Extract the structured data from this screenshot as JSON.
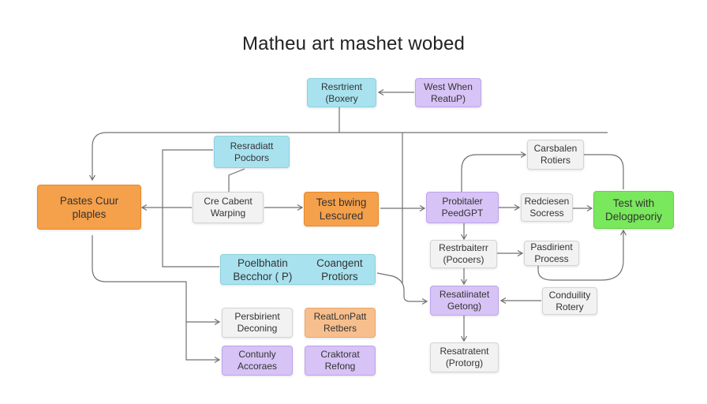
{
  "diagram": {
    "title": "Matheu art mashet wobed",
    "nodes": {
      "restraint_boxery": "Resrtrient\n(Boxery",
      "west_when": "West When\nReatuP)",
      "resradiatt_pocbors": "Resradiatt\nPocbors",
      "pastes_cuur": "Pastes Cuur\nplaples",
      "cre_cabent": "Cre Cabent\nWarping",
      "test_bwing": "Test bwing\nLescured",
      "poelbhatin": "Poelbhatin\nBecchor ( P)",
      "coangent": "Coangent\nProtiors",
      "probitaler": "Probitaler\nPeedGPT",
      "carsbalen": "Carsbalen\nRotiers",
      "redciesen": "Redciesen\nSocress",
      "test_with": "Test with\nDelogpeoriy",
      "restrbaiterr": "Restrbaiterr\n(Pocoers)",
      "pasdirient": "Pasdirient\nProcess",
      "resatiinatet": "Resatiinatet\nGetong)",
      "conduility": "Conduility\nRotery",
      "resatratent": "Resatratent\n(Protorg)",
      "persbirient": "Persbirient\nDeconing",
      "reatlonpatt": "ReatLonPatt\nRetbers",
      "contunly": "Contunly\nAccoraes",
      "craktorat": "Craktorat\nRefong"
    },
    "colors": {
      "gray": "#f2f2f2",
      "cyan": "#a8e2ef",
      "purple": "#d7c3f5",
      "orange": "#f5a04a",
      "peach": "#f7bf8d",
      "green": "#79e85c",
      "edge": "#707070"
    }
  }
}
